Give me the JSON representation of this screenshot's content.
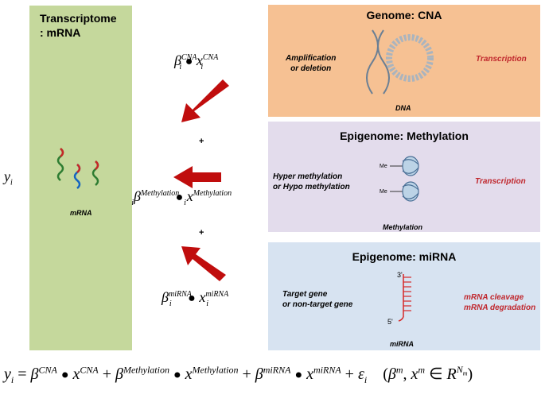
{
  "transcriptome": {
    "title_line1": "Transcriptome",
    "title_line2": ": mRNA",
    "mrna_label": "mRNA"
  },
  "cna": {
    "title": "Genome: CNA",
    "left_line1": "Amplification",
    "left_line2": "or deletion",
    "right": "Transcription",
    "bottom": "DNA"
  },
  "methylation": {
    "title": "Epigenome: Methylation",
    "left_line1": "Hyper methylation",
    "left_line2": "or Hypo methylation",
    "right": "Transcription",
    "bottom": "Methylation",
    "me1": "Me",
    "me2": "Me"
  },
  "mirna": {
    "title": "Epigenome: miRNA",
    "left_line1": "Target  gene",
    "left_line2": "or non-target gene",
    "right_line1": "mRNA cleavage",
    "right_line2": "mRNA degradation",
    "bottom": "miRNA",
    "end3": "3'",
    "end5": "5'"
  },
  "math": {
    "beta": "β",
    "x": "x",
    "i": "i",
    "y": "y",
    "cna": "CNA",
    "methylation": "Methylation",
    "mirna": "miRNA",
    "plus": "+",
    "bullet": "●",
    "equals": "=",
    "epsilon": "ε",
    "condition_open": "(",
    "m": "m",
    "comma": ",",
    "in": "∈",
    "R": "R",
    "N": "N",
    "close": ")"
  },
  "colors": {
    "green_panel": "#c5d89c",
    "cna_box": "#f6c193",
    "methylation_box": "#e3dcec",
    "mirna_box": "#d7e3f1",
    "arrow": "#c00d0d",
    "accent_text": "#c0272d"
  }
}
